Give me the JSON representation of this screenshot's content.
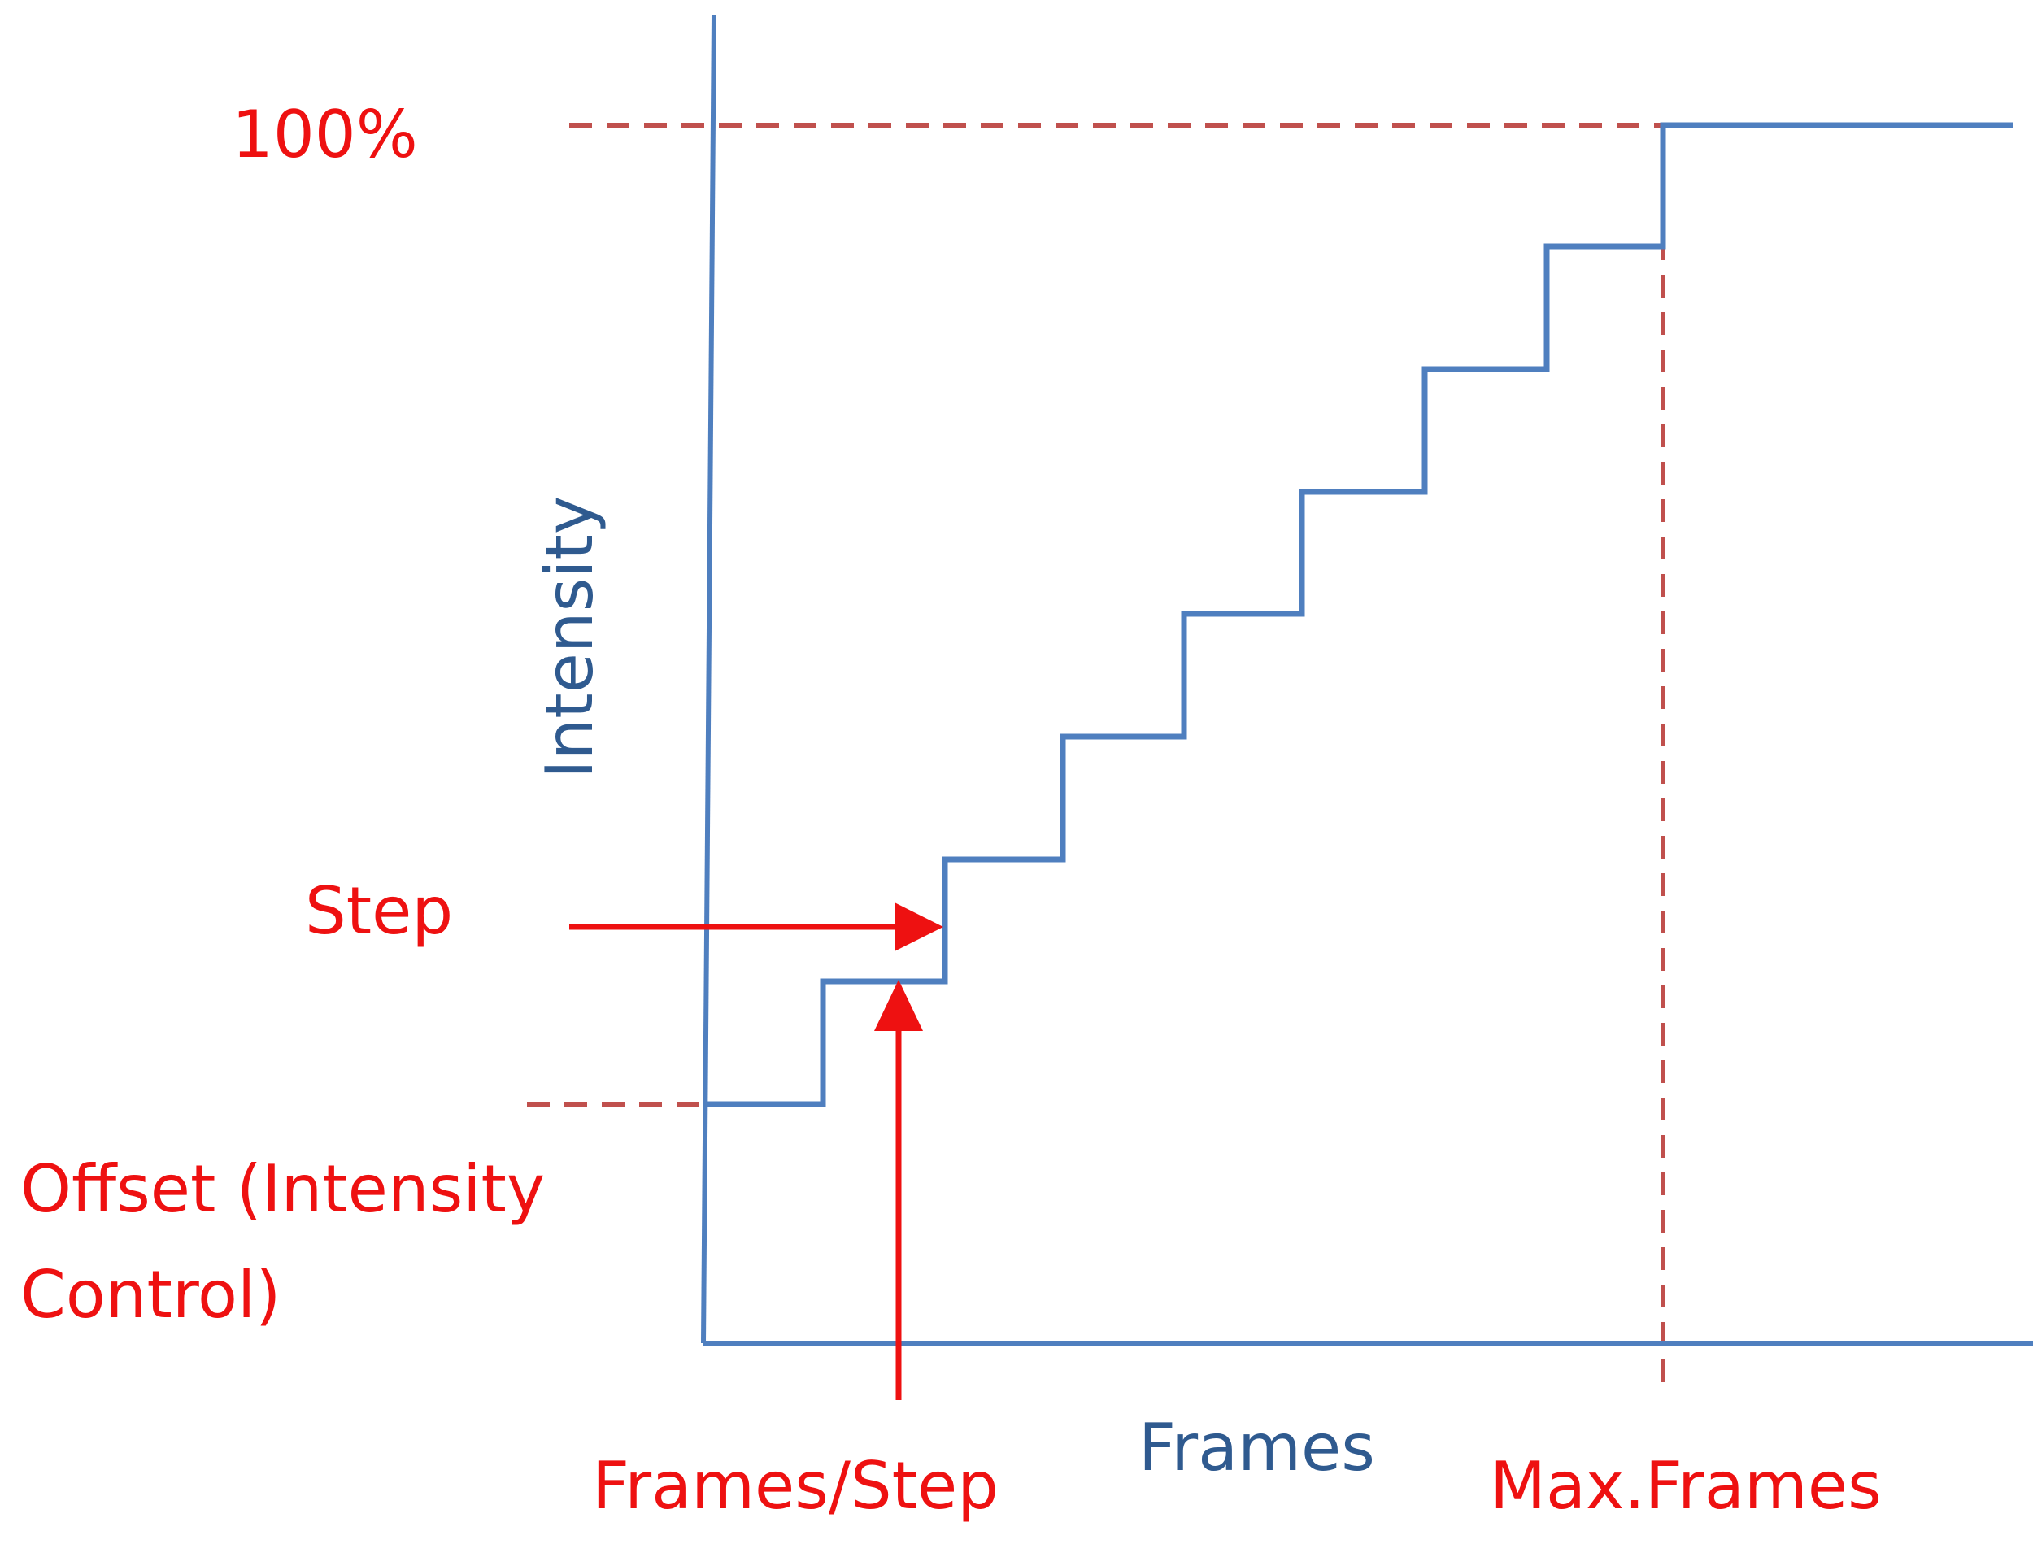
{
  "labels": {
    "hundred_percent": "100%",
    "step": "Step",
    "offset_line1": "Offset (Intensity",
    "offset_line2": "Control)",
    "y_axis": "Intensity",
    "x_axis": "Frames",
    "frames_per_step": "Frames/Step",
    "max_frames": "Max.Frames"
  },
  "colors": {
    "staircase": "#4f7fbf",
    "axis": "#4f7fbf",
    "dashed_guide": "#c0504d",
    "annotation": "#ee1111",
    "axis_label": "#2f5a8f"
  }
}
